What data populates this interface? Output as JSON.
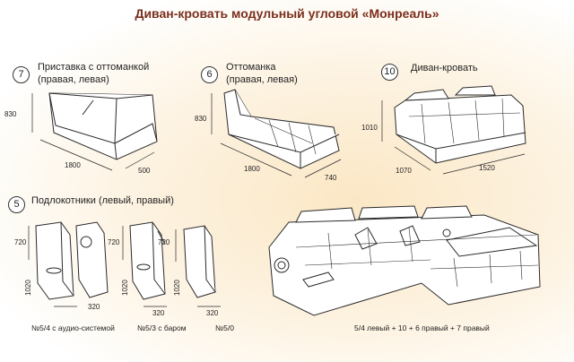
{
  "title": "Диван-кровать модульный угловой «Монреаль»",
  "modules": {
    "m7": {
      "number": "7",
      "label_line1": "Приставка с оттоманкой",
      "label_line2": "(правая, левая)",
      "height": "830",
      "length": "1800",
      "depth": "500"
    },
    "m6": {
      "number": "6",
      "label_line1": "Оттоманка",
      "label_line2": "(правая, левая)",
      "height": "830",
      "length": "1800",
      "depth": "740"
    },
    "m10": {
      "number": "10",
      "label_line1": "Диван-кровать",
      "height": "1010",
      "depth": "1070",
      "length": "1520"
    },
    "m5": {
      "number": "5",
      "label_line1": "Подлокотники (левый, правый)"
    }
  },
  "armrests": [
    {
      "caption": "№5/4 с аудио-системой",
      "height": "720",
      "depth": "1020",
      "width": "320"
    },
    {
      "caption": "№5/3 с баром",
      "height": "720",
      "depth": "1020",
      "width": "320"
    },
    {
      "caption": "№5/0",
      "height": "720",
      "depth": "1020",
      "width": "320"
    }
  ],
  "assembly_caption": "5/4 левый + 10 + 6 правый + 7 правый",
  "colors": {
    "title": "#7a2e1c",
    "line": "#2a2a2a",
    "highlight": "#fbe7c5"
  }
}
